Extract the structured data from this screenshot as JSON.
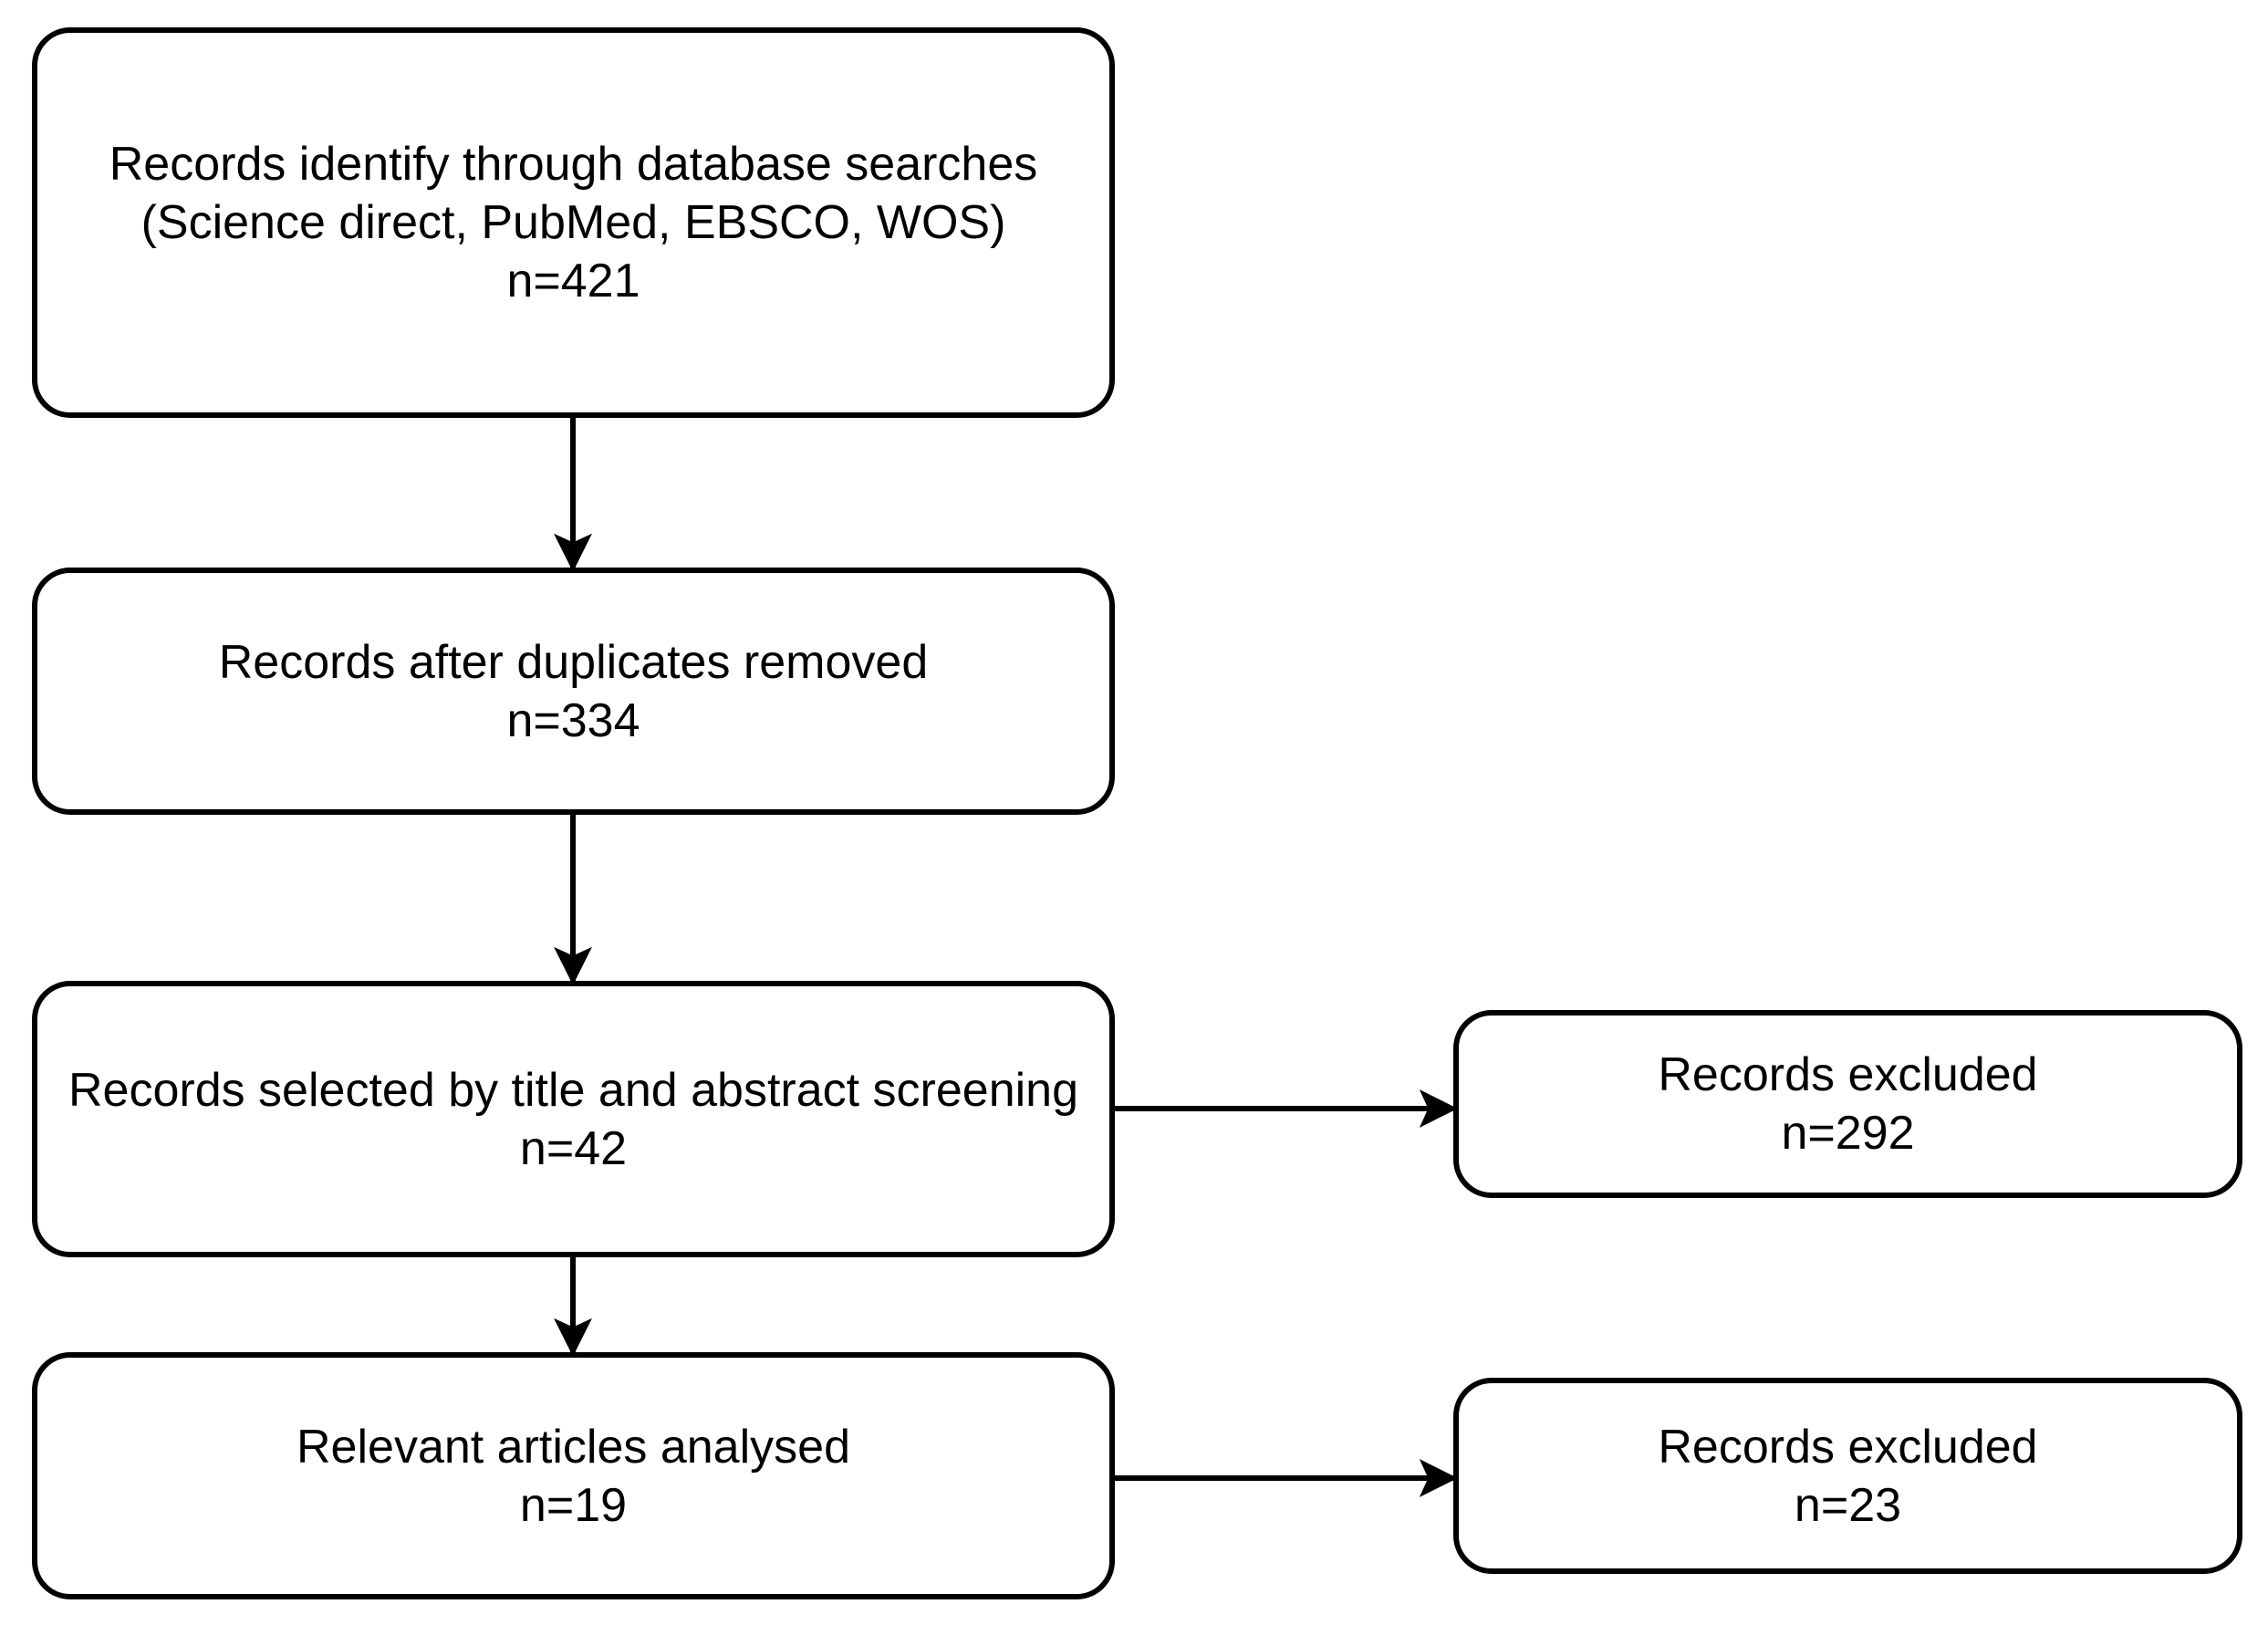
{
  "diagram": {
    "type": "prisma-flow-diagram",
    "stroke_color": "#000000",
    "fill_color": "#ffffff",
    "text_color": "#000000",
    "nodes": [
      {
        "id": "identification",
        "text": "Records identify through database searches (Science direct, PubMed, EBSCO, WOS)\nn=421",
        "label": "Records identify through database searches (Science direct, PubMed, EBSCO, WOS)",
        "count": "n=421",
        "n": 421
      },
      {
        "id": "duplicates",
        "text": "Records after duplicates removed\nn=334",
        "label": "Records after duplicates removed",
        "count": "n=334",
        "n": 334
      },
      {
        "id": "screening",
        "text": "Records selected by title and abstract screening\nn=42",
        "label": "Records selected by title and abstract screening",
        "count": "n=42",
        "n": 42
      },
      {
        "id": "analysed",
        "text": "Relevant articles analysed\nn=19",
        "label": "Relevant articles analysed",
        "count": "n=19",
        "n": 19
      },
      {
        "id": "excluded-screening",
        "text": "Records excluded\nn=292",
        "label": "Records excluded",
        "count": "n=292",
        "n": 292
      },
      {
        "id": "excluded-eligibility",
        "text": "Records excluded\nn=23",
        "label": "Records excluded",
        "count": "n=23",
        "n": 23
      }
    ],
    "edges": [
      {
        "id": "identification-to-duplicates",
        "from": "identification",
        "to": "duplicates",
        "direction": "down"
      },
      {
        "id": "duplicates-to-screening",
        "from": "duplicates",
        "to": "screening",
        "direction": "down"
      },
      {
        "id": "screening-to-analysed",
        "from": "screening",
        "to": "analysed",
        "direction": "down"
      },
      {
        "id": "screening-to-excluded",
        "from": "screening",
        "to": "excluded-screening",
        "direction": "right"
      },
      {
        "id": "analysed-to-excluded",
        "from": "analysed",
        "to": "excluded-eligibility",
        "direction": "right"
      }
    ]
  }
}
